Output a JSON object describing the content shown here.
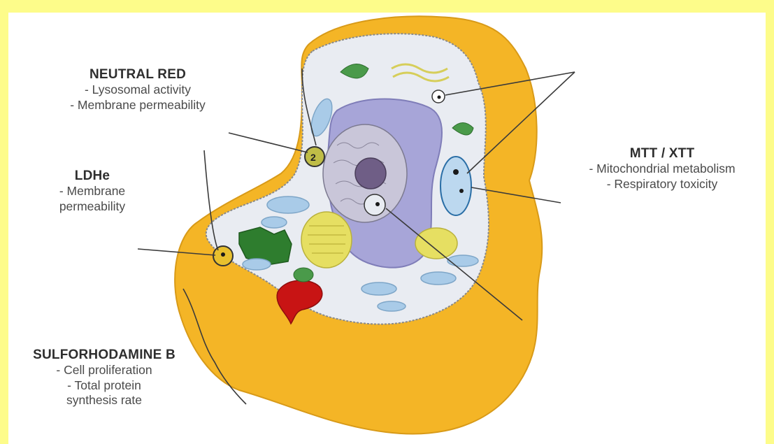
{
  "colors": {
    "frame": "#fdfc8a",
    "cytoplasm_outer": "#f4b526",
    "cytoplasm_inner": "#e9ecf2",
    "nucleus": "#a7a5d8",
    "nucleolus": "#6f5e86",
    "golgi": "#e6df62",
    "mitochondria": "#a9cbe8",
    "chloro_like": "#2e7d2e",
    "red_organelle": "#c81414"
  },
  "labels": {
    "neutral_red": {
      "title": "NEUTRAL RED",
      "lines": [
        "- Lysosomal activity",
        "- Membrane permeability"
      ]
    },
    "ldhe": {
      "title": "LDHe",
      "lines": [
        "- Membrane",
        "permeability"
      ]
    },
    "sulforhodamine": {
      "title": "SULFORHODAMINE B",
      "lines": [
        "- Cell proliferation",
        "- Total protein",
        "synthesis rate"
      ]
    },
    "mtt": {
      "title": "MTT / XTT",
      "lines": [
        "- Mitochondrial metabolism",
        "- Respiratory toxicity"
      ]
    }
  }
}
